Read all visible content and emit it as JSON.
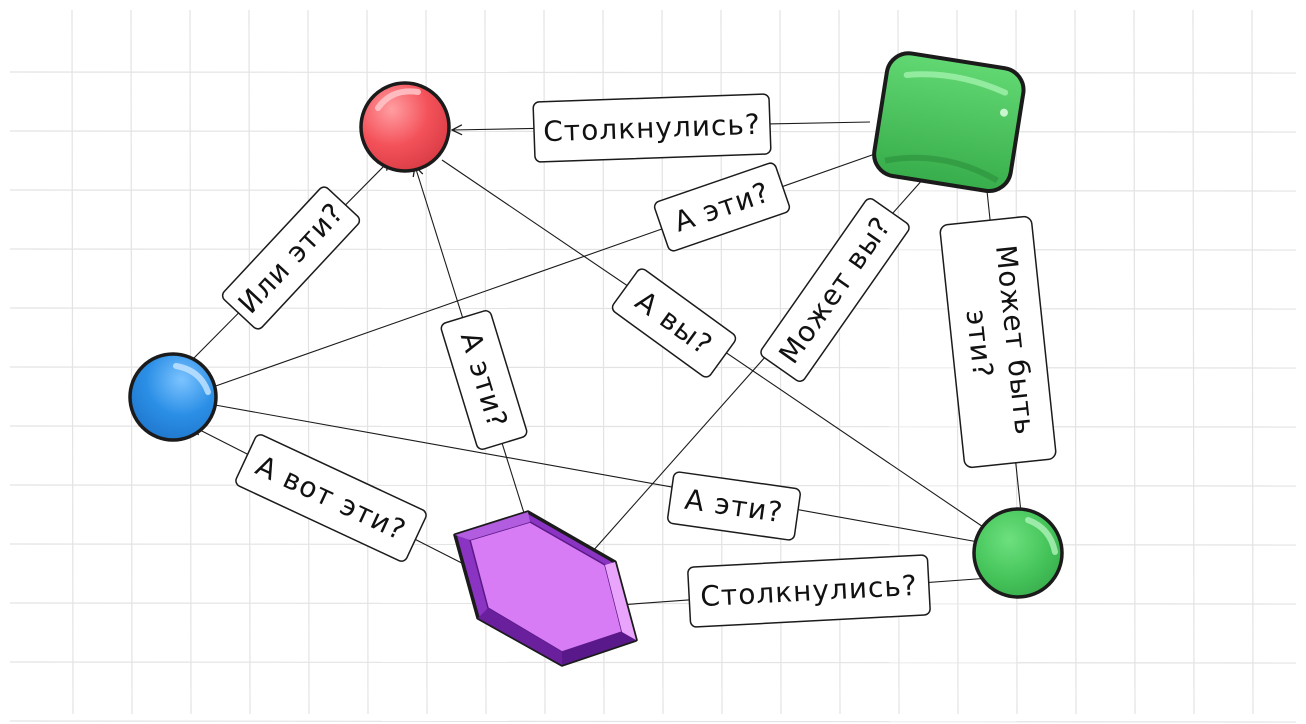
{
  "colors": {
    "background": "#ffffff",
    "grid": "#e3e3e3",
    "ink": "#1b1b1b",
    "red_node": "#f4525a",
    "green_node": "#45c45a",
    "blue_node": "#2b8fe6",
    "purple_node": "#c85fe8"
  },
  "nodes": {
    "red": {
      "shape": "circle",
      "color": "red"
    },
    "green_square": {
      "shape": "rounded-square",
      "color": "green"
    },
    "blue": {
      "shape": "circle",
      "color": "blue"
    },
    "purple": {
      "shape": "gem",
      "color": "purple"
    },
    "green_circle": {
      "shape": "circle",
      "color": "green"
    }
  },
  "edges": [
    {
      "from": "green_square",
      "to": "red",
      "label": "Столкнулись?"
    },
    {
      "from": "blue",
      "to": "green_square",
      "label": "А эти?"
    },
    {
      "from": "blue",
      "to": "red",
      "label": "Или эти?"
    },
    {
      "from": "purple",
      "to": "red",
      "label": "А эти?"
    },
    {
      "from": "red",
      "to": "green_circle",
      "label": "А вы?"
    },
    {
      "from": "purple",
      "to": "green_square",
      "label": "Может вы?"
    },
    {
      "from": "green_square",
      "to": "green_circle",
      "label": "Может быть эти?"
    },
    {
      "from": "blue",
      "to": "green_circle",
      "label": "А эти?"
    },
    {
      "from": "purple",
      "to": "blue",
      "label": "А вот эти?"
    },
    {
      "from": "green_circle",
      "to": "purple",
      "label": "Столкнулись?"
    }
  ]
}
